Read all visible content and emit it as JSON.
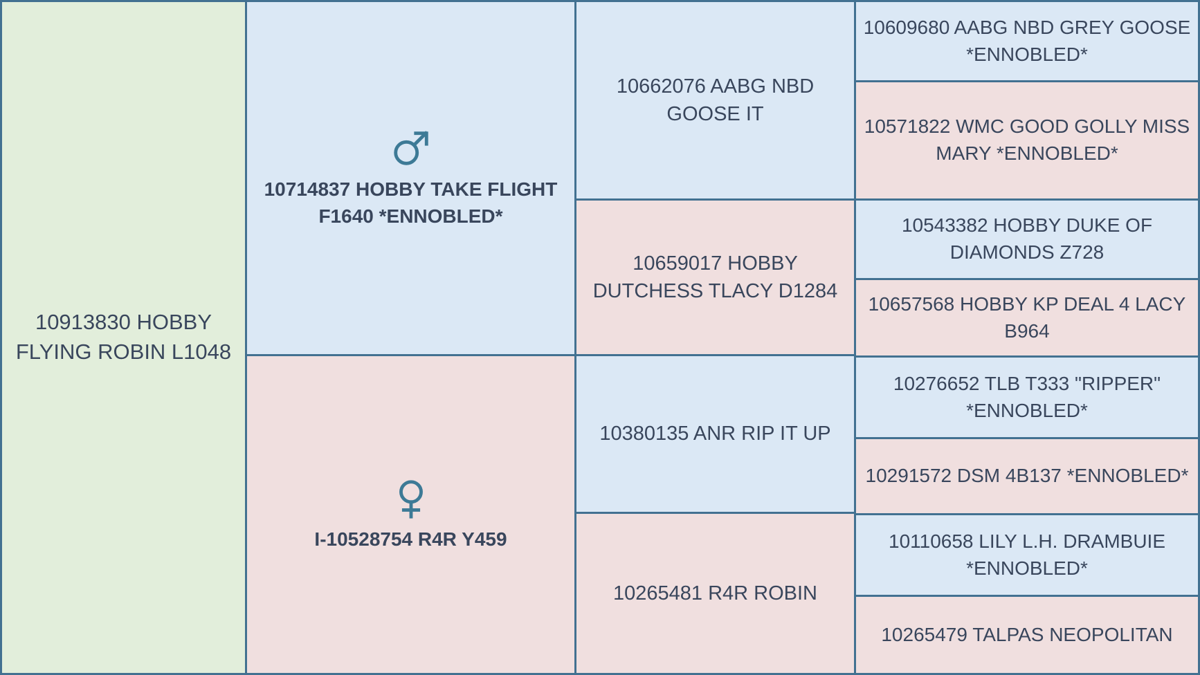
{
  "chart": {
    "type": "pedigree-table",
    "generations": 4,
    "colors": {
      "male_fill": "#dbe8f5",
      "female_fill": "#f0dfdf",
      "root_fill": "#e2eedb",
      "border": "#427191",
      "text": "#39465c",
      "symbol": "#3d7a96"
    }
  },
  "generation_1": {
    "subject": {
      "label": "10913830 HOBBY FLYING ROBIN L1048",
      "sex": "unknown",
      "fill": "#e2eedb"
    }
  },
  "generation_2": {
    "parents": [
      {
        "label": "10714837 HOBBY TAKE FLIGHT F1640 *ENNOBLED*",
        "sex": "male",
        "symbol": "mars-icon",
        "fill": "#dbe8f5"
      },
      {
        "label": "I-10528754 R4R Y459",
        "sex": "female",
        "symbol": "venus-icon",
        "fill": "#f0dfdf"
      }
    ]
  },
  "generation_3": {
    "grandparents": [
      {
        "label": "10662076 AABG NBD GOOSE IT",
        "sex": "male",
        "fill": "#dbe8f5"
      },
      {
        "label": "10659017 HOBBY DUTCHESS TLACY D1284",
        "sex": "female",
        "fill": "#f0dfdf"
      },
      {
        "label": "10380135 ANR RIP IT UP",
        "sex": "male",
        "fill": "#dbe8f5"
      },
      {
        "label": "10265481 R4R ROBIN",
        "sex": "female",
        "fill": "#f0dfdf"
      }
    ]
  },
  "generation_4": {
    "great_grandparents": [
      {
        "label": "10609680 AABG NBD GREY GOOSE *ENNOBLED*",
        "sex": "male",
        "fill": "#dbe8f5"
      },
      {
        "label": "10571822 WMC GOOD GOLLY MISS MARY *ENNOBLED*",
        "sex": "female",
        "fill": "#f0dfdf"
      },
      {
        "label": "10543382 HOBBY DUKE OF DIAMONDS Z728",
        "sex": "male",
        "fill": "#dbe8f5"
      },
      {
        "label": "10657568 HOBBY KP DEAL 4 LACY B964",
        "sex": "female",
        "fill": "#f0dfdf"
      },
      {
        "label": "10276652 TLB T333 \"RIPPER\" *ENNOBLED*",
        "sex": "male",
        "fill": "#dbe8f5"
      },
      {
        "label": "10291572 DSM 4B137 *ENNOBLED*",
        "sex": "female",
        "fill": "#f0dfdf"
      },
      {
        "label": "10110658 LILY L.H. DRAMBUIE *ENNOBLED*",
        "sex": "male",
        "fill": "#dbe8f5"
      },
      {
        "label": "10265479 TALPAS NEOPOLITAN",
        "sex": "female",
        "fill": "#f0dfdf"
      }
    ]
  }
}
